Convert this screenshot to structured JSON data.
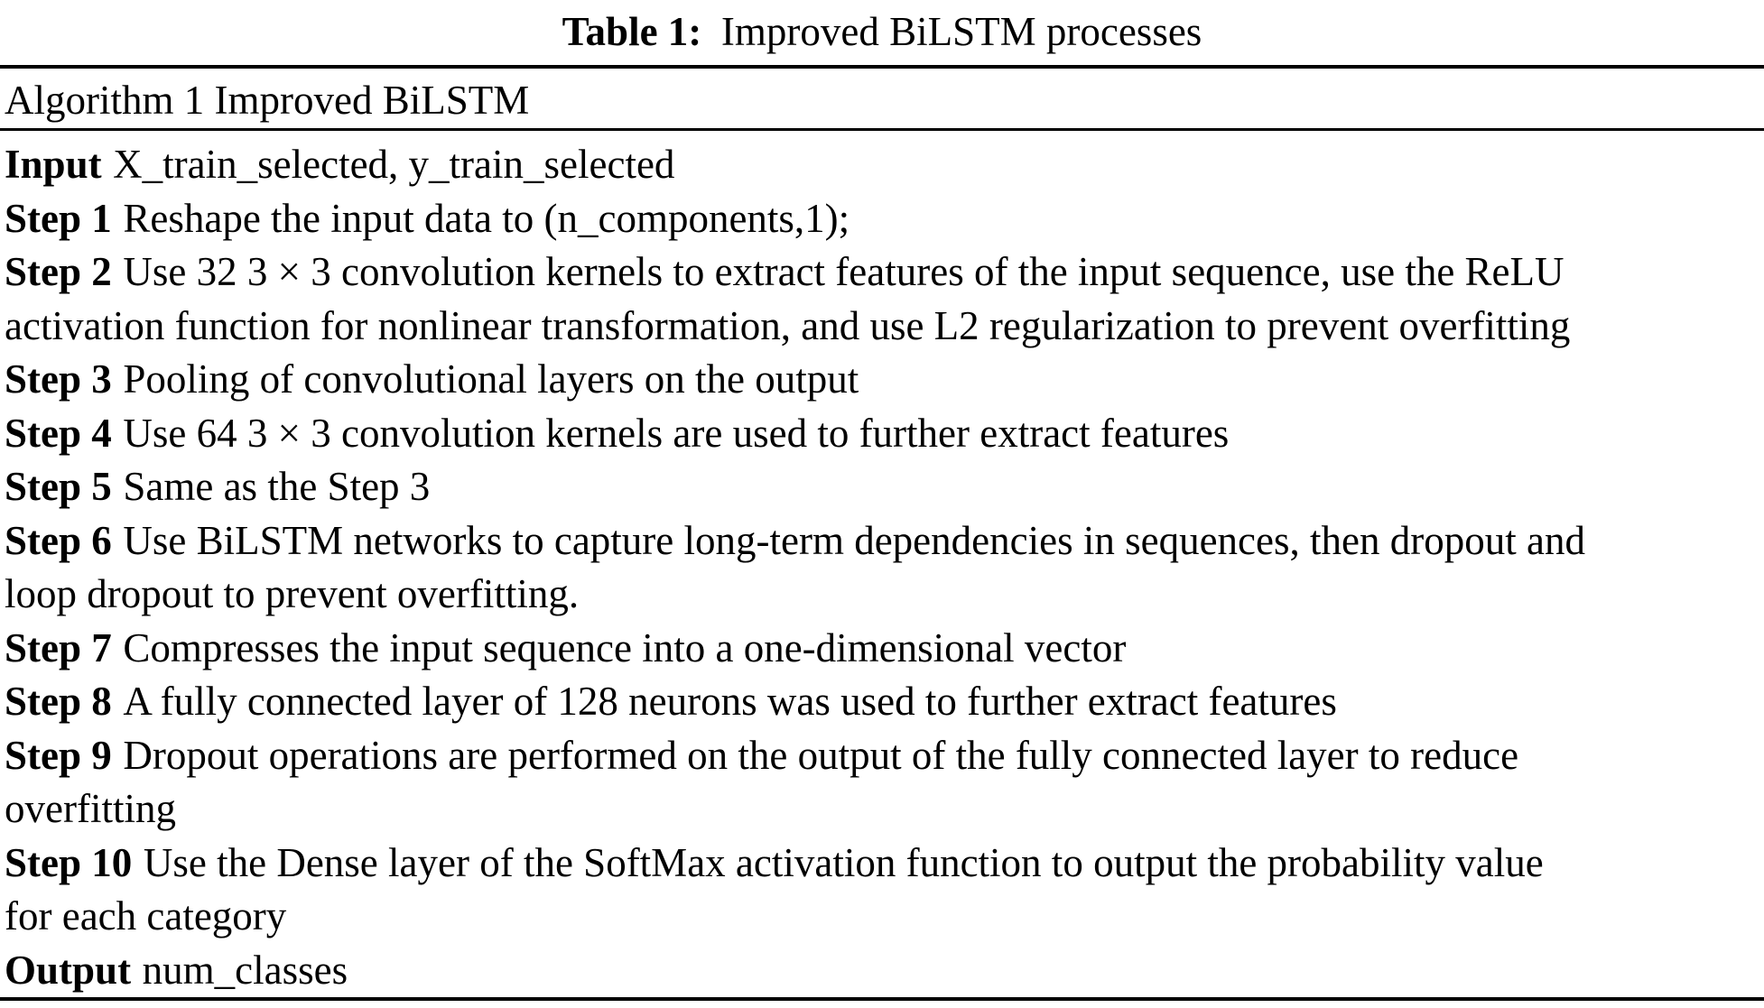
{
  "caption": {
    "label": "Table 1:",
    "title": "Improved BiLSTM processes"
  },
  "algorithm": {
    "header": "Algorithm 1 Improved BiLSTM",
    "lines": [
      {
        "bold": "Input",
        "text": "X_train_selected, y_train_selected"
      },
      {
        "bold": "Step 1",
        "text": "Reshape the input data to (n_components,1);"
      },
      {
        "bold": "Step 2",
        "text": "Use 32 3 × 3 convolution kernels to extract features of the input sequence, use the ReLU"
      },
      {
        "bold": "",
        "text": "activation function for nonlinear transformation, and use L2 regularization to prevent overfitting"
      },
      {
        "bold": "Step 3",
        "text": "Pooling of convolutional layers on the output"
      },
      {
        "bold": "Step 4",
        "text": "Use 64 3 × 3 convolution kernels are used to further extract features"
      },
      {
        "bold": "Step 5",
        "text": "Same as the Step 3"
      },
      {
        "bold": "Step 6",
        "text": "Use BiLSTM networks to capture long-term dependencies in sequences, then dropout and"
      },
      {
        "bold": "",
        "text": "loop dropout to prevent overfitting."
      },
      {
        "bold": "Step 7",
        "text": "Compresses the input sequence into a one-dimensional vector"
      },
      {
        "bold": "Step 8",
        "text": "A fully connected layer of 128 neurons was used to further extract features"
      },
      {
        "bold": "Step 9",
        "text": "Dropout operations are performed on the output of the fully connected layer to reduce"
      },
      {
        "bold": "",
        "text": "overfitting"
      },
      {
        "bold": "Step 10",
        "text": "Use the Dense layer of the SoftMax activation function to output the probability value"
      },
      {
        "bold": "",
        "text": "for each category"
      },
      {
        "bold": "Output",
        "text": "num_classes"
      }
    ]
  }
}
